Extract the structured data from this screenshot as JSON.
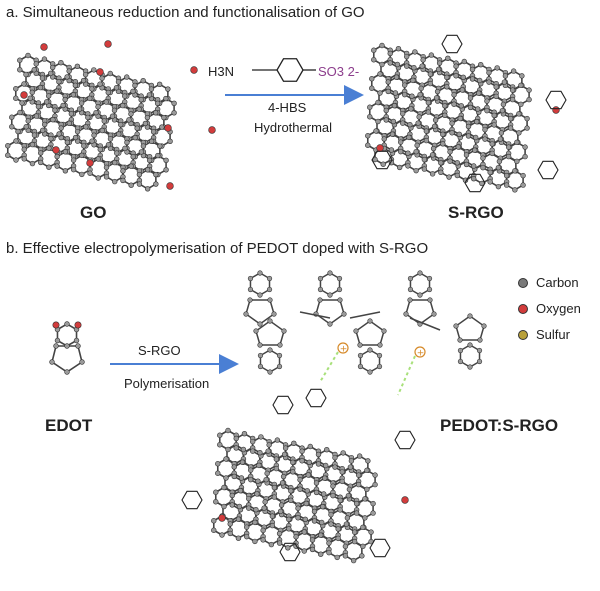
{
  "panel_a": {
    "title": "a. Simultaneous reduction and functionalisation of GO",
    "left_label": "GO",
    "right_label": "S-RGO",
    "reagent_formula": "H3N",
    "reagent_group": "SO3 2-",
    "arrow_text_1": "4-HBS",
    "arrow_text_2": "Hydrothermal"
  },
  "panel_b": {
    "title": "b. Effective electropolymerisation of PEDOT doped with S-RGO",
    "left_label": "EDOT",
    "right_label": "PEDOT:S-RGO",
    "arrow_text_1": "S-RGO",
    "arrow_text_2": "Polymerisation"
  },
  "legend": [
    {
      "label": "Carbon",
      "color": "#7a7a7a"
    },
    {
      "label": "Oxygen",
      "color": "#d23c3c"
    },
    {
      "label": "Sulfur",
      "color": "#b8a03a"
    }
  ],
  "colors": {
    "bond": "#444444",
    "atom": "#9a9a9a",
    "oxygen": "#d23c3c",
    "sulfonate": "#8c3d8c",
    "azo": "#3b4aa8",
    "arrow": "#4a7fd4",
    "hbond": "#a8e07a",
    "charge": "#d68a2a"
  }
}
